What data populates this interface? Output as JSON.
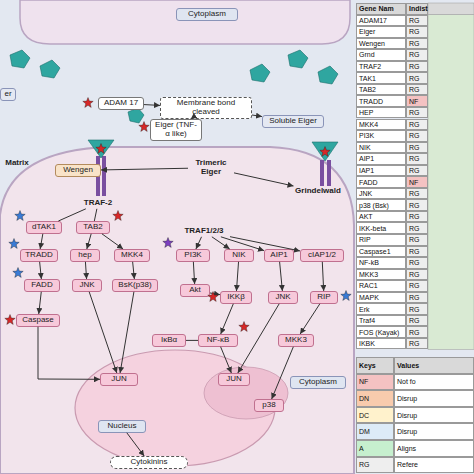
{
  "diagram": {
    "nodes": [
      {
        "text": [
          "Cytoplasm"
        ]
      },
      {
        "text": [
          "ADAM 17"
        ]
      },
      {
        "text": [
          "Membrane bond cleaved"
        ]
      },
      {
        "text": [
          "Eiger (TNF-α like)"
        ]
      },
      {
        "text": [
          "Soluble Eiger"
        ]
      },
      {
        "text": [
          "er"
        ]
      },
      {
        "text": [
          "Matrix"
        ]
      },
      {
        "text": [
          "Wengen"
        ]
      },
      {
        "text": [
          "Trimeric Eiger"
        ]
      },
      {
        "text": [
          "Grindelwald"
        ]
      },
      {
        "text": [
          "TRAF-2"
        ]
      },
      {
        "text": [
          "dTAK1"
        ]
      },
      {
        "text": [
          "TAB2"
        ]
      },
      {
        "text": [
          "TRADD"
        ]
      },
      {
        "text": [
          "hep"
        ]
      },
      {
        "text": [
          "MKK4"
        ]
      },
      {
        "text": [
          "FADD"
        ]
      },
      {
        "text": [
          "JNK"
        ]
      },
      {
        "text": [
          "BsK(p38)"
        ]
      },
      {
        "text": [
          "Caspase"
        ]
      },
      {
        "text": [
          "TRAF1/2/3"
        ]
      },
      {
        "text": [
          "PI3K"
        ]
      },
      {
        "text": [
          "NIK"
        ]
      },
      {
        "text": [
          "AIP1"
        ]
      },
      {
        "text": [
          "cIAP1/2"
        ]
      },
      {
        "text": [
          "Akt"
        ]
      },
      {
        "text": [
          "IKKβ"
        ]
      },
      {
        "text": [
          "JNK"
        ]
      },
      {
        "text": [
          "RIP"
        ]
      },
      {
        "text": [
          "IκBα"
        ]
      },
      {
        "text": [
          "NF-κB"
        ]
      },
      {
        "text": [
          "MKK3"
        ]
      },
      {
        "text": [
          "JUN"
        ]
      },
      {
        "text": [
          "JUN"
        ]
      },
      {
        "text": [
          "p38"
        ]
      },
      {
        "text": [
          "Nucleus"
        ]
      },
      {
        "text": [
          "Cytoplasm"
        ]
      },
      {
        "text": [
          "Cytokinins"
        ]
      }
    ],
    "edges": [
      {
        "from": 1,
        "to": 2,
        "arrow": "to"
      },
      {
        "from": 2,
        "to": 3,
        "arrow": "to"
      },
      {
        "from": 2,
        "to": 4,
        "arrow": "to"
      },
      {
        "from": 8,
        "to": 7,
        "arrow": "to"
      },
      {
        "from": 8,
        "to": 9,
        "arrow": "to"
      },
      {
        "from": 10,
        "to": 11,
        "arrow": "none"
      },
      {
        "from": 10,
        "to": 12,
        "arrow": "none"
      },
      {
        "from": 11,
        "to": 13,
        "arrow": "to"
      },
      {
        "from": 13,
        "to": 16,
        "arrow": "to"
      },
      {
        "from": 16,
        "to": 19,
        "arrow": "to"
      },
      {
        "from": 12,
        "to": 14,
        "arrow": "to"
      },
      {
        "from": 12,
        "to": 15,
        "arrow": "to"
      },
      {
        "from": 14,
        "to": 17,
        "arrow": "to"
      },
      {
        "from": 15,
        "to": 18,
        "arrow": "to"
      },
      {
        "from": 17,
        "to": 32,
        "arrow": "to"
      },
      {
        "from": 18,
        "to": 32,
        "arrow": "to"
      },
      {
        "from": 19,
        "to": 32,
        "arrow": "to"
      },
      {
        "from": 20,
        "to": 21,
        "arrow": "to"
      },
      {
        "from": 20,
        "to": 22,
        "arrow": "to"
      },
      {
        "from": 20,
        "to": 23,
        "arrow": "to"
      },
      {
        "from": 20,
        "to": 24,
        "arrow": "to"
      },
      {
        "from": 21,
        "to": 25,
        "arrow": "to"
      },
      {
        "from": 25,
        "to": 26,
        "arrow": "to"
      },
      {
        "from": 22,
        "to": 26,
        "arrow": "to"
      },
      {
        "from": 26,
        "to": 30,
        "arrow": "to"
      },
      {
        "from": 29,
        "to": 30,
        "arrow": "none"
      },
      {
        "from": 23,
        "to": 27,
        "arrow": "to"
      },
      {
        "from": 24,
        "to": 28,
        "arrow": "to"
      },
      {
        "from": 28,
        "to": 31,
        "arrow": "to"
      },
      {
        "from": 27,
        "to": 33,
        "arrow": "to"
      },
      {
        "from": 31,
        "to": 34,
        "arrow": "to"
      },
      {
        "from": 30,
        "to": 33,
        "arrow": "to"
      },
      {
        "from": 35,
        "to": 37,
        "arrow": "to"
      }
    ],
    "labels": [
      "Gene Nam",
      "Indist",
      "ADAM17",
      "RG",
      "Eiger",
      "RG",
      "Wengen",
      "RG",
      "Grnd",
      "RG",
      "TRAF2",
      "RG",
      "TAK1",
      "RG",
      "TAB2",
      "RG",
      "TRADD",
      "NF",
      "HEP",
      "RG",
      "MKK4",
      "RG",
      "PI3K",
      "RG",
      "NIK",
      "RG",
      "AIP1",
      "RG",
      "IAP1",
      "RG",
      "FADD",
      "NF",
      "JNK",
      "RG",
      "p38 (Bsk)",
      "RG",
      "AKT",
      "RG",
      "IKK-beta",
      "RG",
      "RIP",
      "RG",
      "Caspase1",
      "RG",
      "NF-kB",
      "RG",
      "MKK3",
      "RG",
      "RAC1",
      "RG",
      "MAPK",
      "RG",
      "Erk",
      "RG",
      "Traf4",
      "RG",
      "FOS (Kayak)",
      "RG",
      "IKBK",
      "RG",
      "Keys",
      "Values",
      "NF",
      "Not fo",
      "DN",
      "Disrup",
      "DC",
      "Disrup",
      "DM",
      "Disrup",
      "A",
      "Aligns",
      "RG",
      "Refere"
    ]
  }
}
